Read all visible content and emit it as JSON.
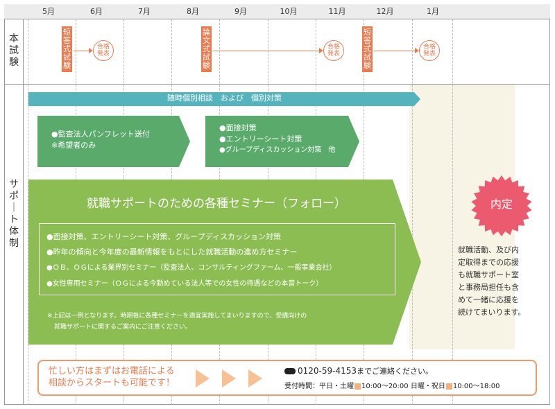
{
  "months": [
    "5月",
    "6月",
    "7月",
    "8月",
    "9月",
    "10月",
    "11月",
    "12月",
    "1月"
  ],
  "row_labels": {
    "exam": "本試験",
    "support": "サポート体制"
  },
  "exams": [
    {
      "label": "短答式試験"
    },
    {
      "label": "論文式試験"
    },
    {
      "label": "短答式試験"
    }
  ],
  "result_label": "合格発表",
  "banner": "随時個別相談　および　個別対策",
  "box1": {
    "line1": "●監査法人パンフレット送付",
    "line2": "※希望者のみ"
  },
  "box2": {
    "line1": "●面接対策",
    "line2": "●エントリーシート対策",
    "line3": "●グループディスカッション対策　他"
  },
  "seminar": {
    "title": "就職サポートのための各種セミナー（フォロー）",
    "items": [
      "●面接対策、エントリーシート対策、グループディスカッション対策",
      "●昨年の傾向と今年度の最新情報をもとにした就職活動の進め方セミナー",
      "●ＯＢ、ＯＧによる業界別セミナー（監査法人、コンサルティングファーム、一般事業会社）",
      "●女性専用セミナー（ＯＧによる今勤めている法人等での女性の待遇などの本音トーク）"
    ],
    "note1": "※上記は一例となります。時期毎に各種セミナーを適宜実施してまいりますので、受講向けの",
    "note2": "就職サポートに関するご案内にご注意ください。"
  },
  "naitei": {
    "badge": "内定",
    "text_lines": [
      "就職活動、及び内",
      "定取得までの応援",
      "も就職サポート室",
      "と事務局担任も含",
      "めて一緒に応援を",
      "続けてまいります。"
    ]
  },
  "footer": {
    "lead1": "忙しい方はまずはお電話による",
    "lead2": "相談からスタートも可能です！",
    "phone": "0120-59-4153",
    "phone_suffix": "までご連絡ください。",
    "hours_label": "受付時間：平日・土曜",
    "hours_weekday": "10:00～20:00",
    "hours_holiday_label": "日曜・祝日",
    "hours_holiday": "10:00～18:00"
  },
  "colors": {
    "orange": "#ee7a4f",
    "teal": "#55b3bd",
    "green_dark": "#5aab6b",
    "green_light": "#8cbd52",
    "pink": "#ec5a6f"
  }
}
